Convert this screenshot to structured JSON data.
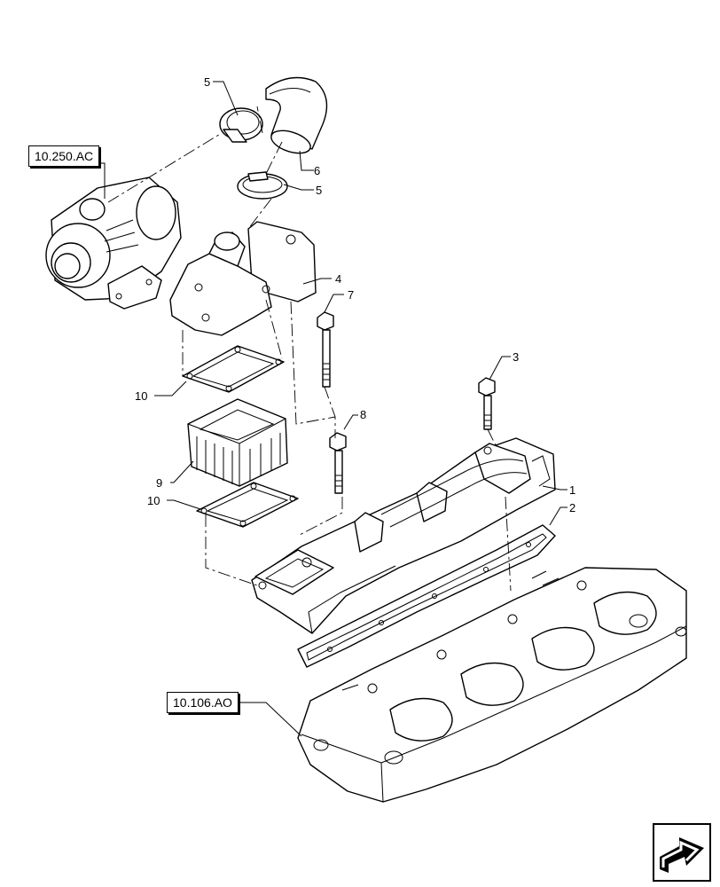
{
  "references": [
    {
      "label": "10.250.AC"
    },
    {
      "label": "10.106.AO"
    }
  ],
  "callouts": [
    "1",
    "2",
    "3",
    "4",
    "5",
    "5",
    "6",
    "7",
    "8",
    "9",
    "10",
    "10"
  ],
  "icons": {
    "nav": "next-page-arrow-icon"
  }
}
